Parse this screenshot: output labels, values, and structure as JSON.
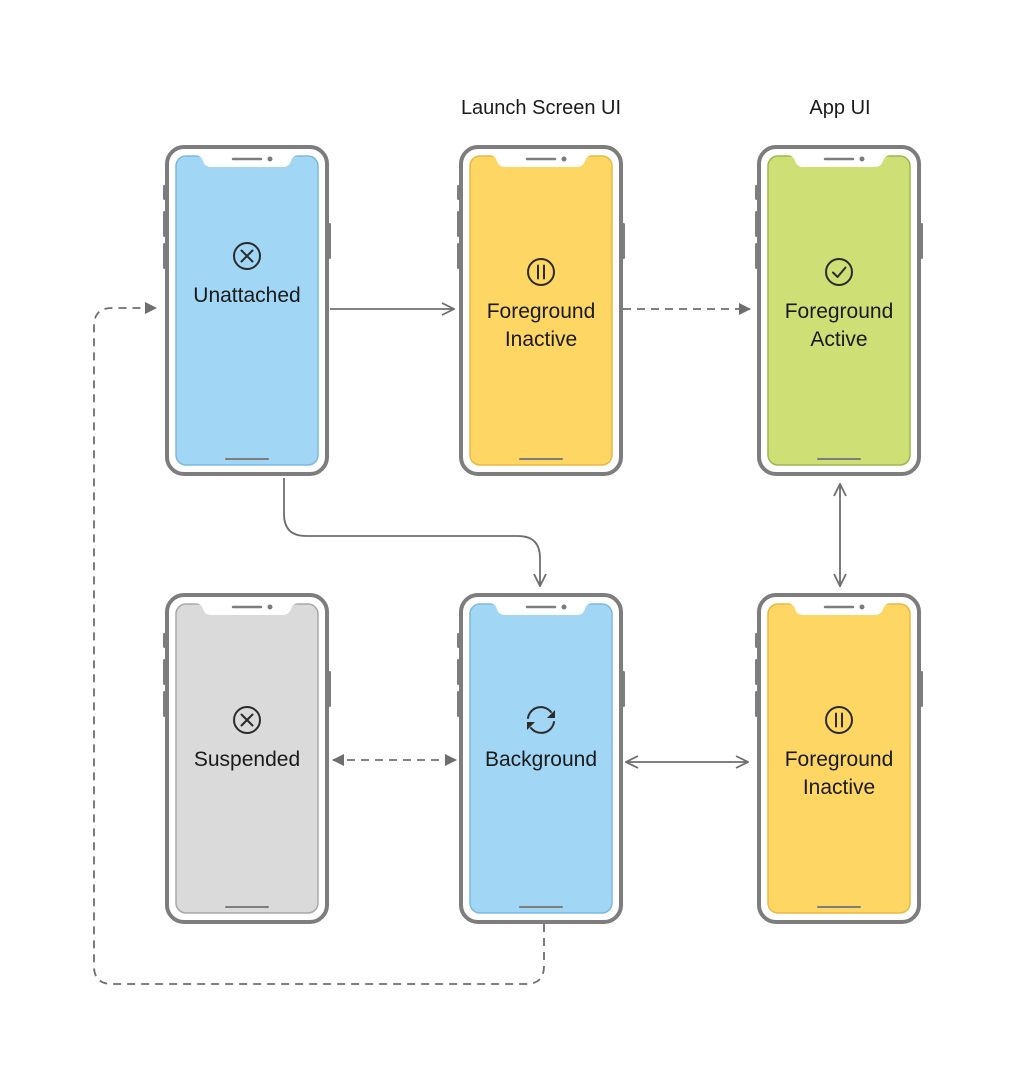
{
  "column_headers": {
    "launch_screen": "Launch Screen UI",
    "app": "App UI"
  },
  "states": {
    "unattached": {
      "label": [
        "Unattached"
      ],
      "icon": "x-circle-icon",
      "screen_color": "#A1D7F5",
      "screen_border": "#7BB9E0"
    },
    "fg_inactive_launch": {
      "label": [
        "Foreground",
        "Inactive"
      ],
      "icon": "pause-circle-icon",
      "screen_color": "#FDD663",
      "screen_border": "#E9B843"
    },
    "fg_active": {
      "label": [
        "Foreground",
        "Active"
      ],
      "icon": "checkmark-circle-icon",
      "screen_color": "#CEDF76",
      "screen_border": "#9DB74F"
    },
    "suspended": {
      "label": [
        "Suspended"
      ],
      "icon": "x-circle-icon",
      "screen_color": "#DADADA",
      "screen_border": "#A8A8A8"
    },
    "background": {
      "label": [
        "Background"
      ],
      "icon": "refresh-arrows-icon",
      "screen_color": "#A1D7F5",
      "screen_border": "#7BB9E0"
    },
    "fg_inactive_app": {
      "label": [
        "Foreground",
        "Inactive"
      ],
      "icon": "pause-circle-icon",
      "screen_color": "#FDD663",
      "screen_border": "#E9B843"
    }
  },
  "arrow_color": "#6E6E6E"
}
